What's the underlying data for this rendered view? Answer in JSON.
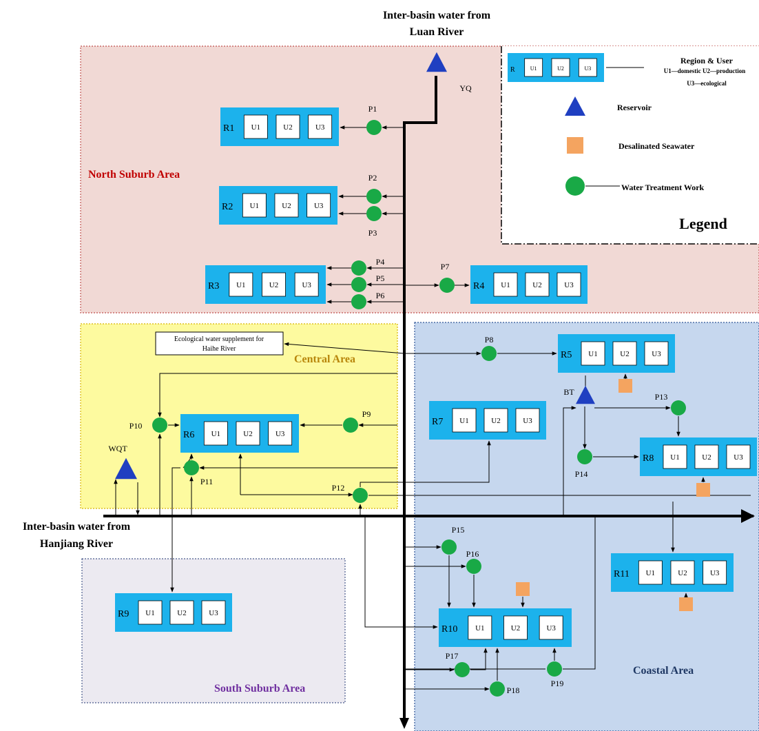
{
  "sources": {
    "luan": [
      "Inter-basin water from",
      "Luan River"
    ],
    "hanjiang": [
      "Inter-basin water from",
      "Hanjiang River"
    ]
  },
  "areas": {
    "north": "North Suburb Area",
    "central": "Central Area",
    "south": "South Suburb Area",
    "coastal": "Coastal Area"
  },
  "users": [
    "U1",
    "U2",
    "U3"
  ],
  "regions": [
    {
      "id": "R1",
      "label": "R1"
    },
    {
      "id": "R2",
      "label": "R2"
    },
    {
      "id": "R3",
      "label": "R3"
    },
    {
      "id": "R4",
      "label": "R4"
    },
    {
      "id": "R5",
      "label": "R5"
    },
    {
      "id": "R6",
      "label": "R6"
    },
    {
      "id": "R7",
      "label": "R7"
    },
    {
      "id": "R8",
      "label": "R8"
    },
    {
      "id": "R9",
      "label": "R9"
    },
    {
      "id": "R10",
      "label": "R10"
    },
    {
      "id": "R11",
      "label": "R11"
    }
  ],
  "plants": [
    "P1",
    "P2",
    "P3",
    "P4",
    "P5",
    "P6",
    "P7",
    "P8",
    "P9",
    "P10",
    "P11",
    "P12",
    "P13",
    "P14",
    "P15",
    "P16",
    "P17",
    "P18",
    "P19"
  ],
  "reservoirs": [
    "YQ",
    "BT",
    "WQT"
  ],
  "ecological_box": [
    "Ecological water supplement for",
    "Haihe River"
  ],
  "legend": {
    "title": "Legend",
    "region_user": "Region & User",
    "region_user_desc1": "U1—domestic U2—production",
    "region_user_desc2": "U3—ecological",
    "reservoir": "Reservoir",
    "desal": "Desalinated Seawater",
    "wtw": "Water Treatment Work",
    "sample_region": "R",
    "sample_users": [
      "U1",
      "U2",
      "U3"
    ]
  },
  "colors": {
    "north_fill": "#f1d9d5",
    "north_border": "#c0504d",
    "central_fill": "#fdfa9f",
    "central_border": "#d6b400",
    "south_fill": "#eceaf1",
    "south_border": "#4a5b8c",
    "coastal_fill": "#c6d7ee",
    "coastal_border": "#2f5597",
    "region": "#1cb2ec",
    "plant": "#19a946",
    "reservoir": "#1f3fc1",
    "desal": "#f4a460"
  }
}
